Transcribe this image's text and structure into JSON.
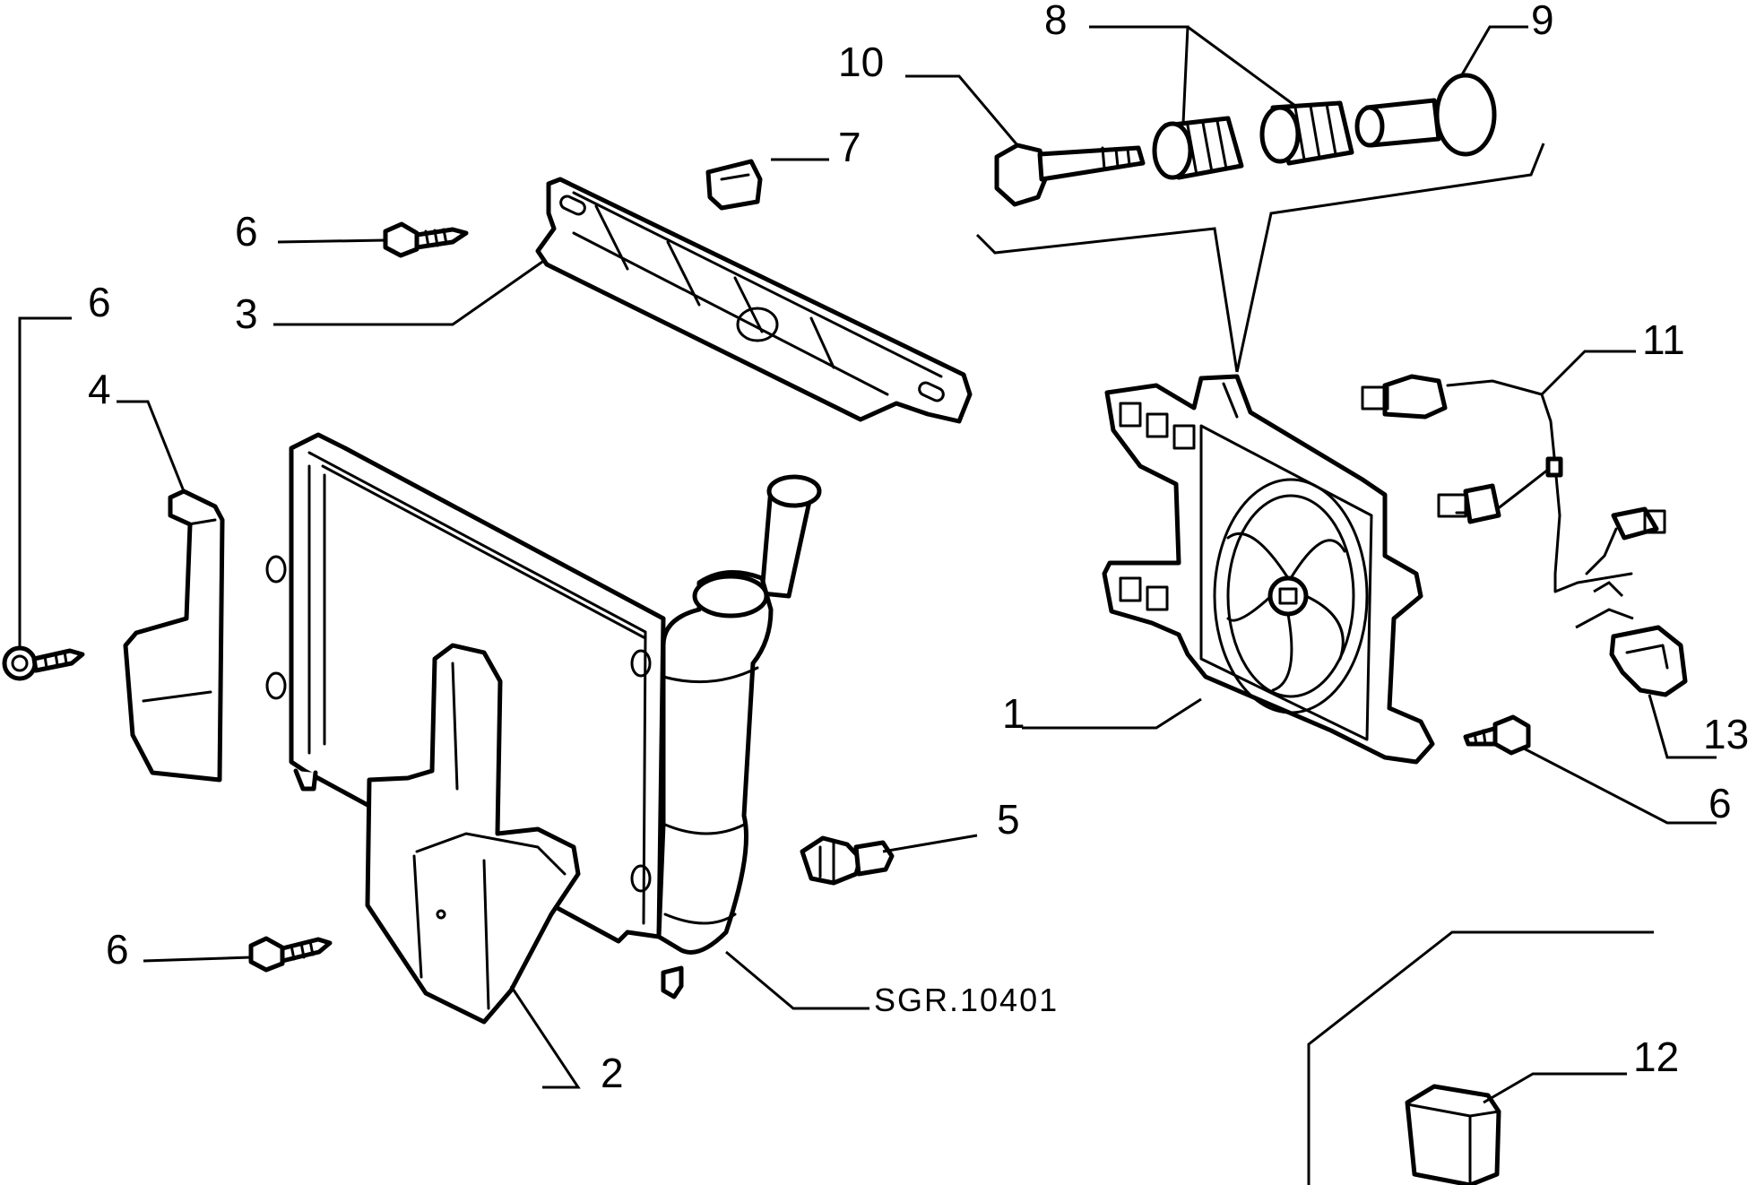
{
  "callouts": {
    "c1": "1",
    "c2": "2",
    "c3": "3",
    "c4": "4",
    "c5": "5",
    "c6a": "6",
    "c6b": "6",
    "c6c": "6",
    "c6d": "6",
    "c7": "7",
    "c8": "8",
    "c9": "9",
    "c10": "10",
    "c11": "11",
    "c12": "12",
    "c13": "13"
  },
  "drawing_code": "SGR.10401"
}
